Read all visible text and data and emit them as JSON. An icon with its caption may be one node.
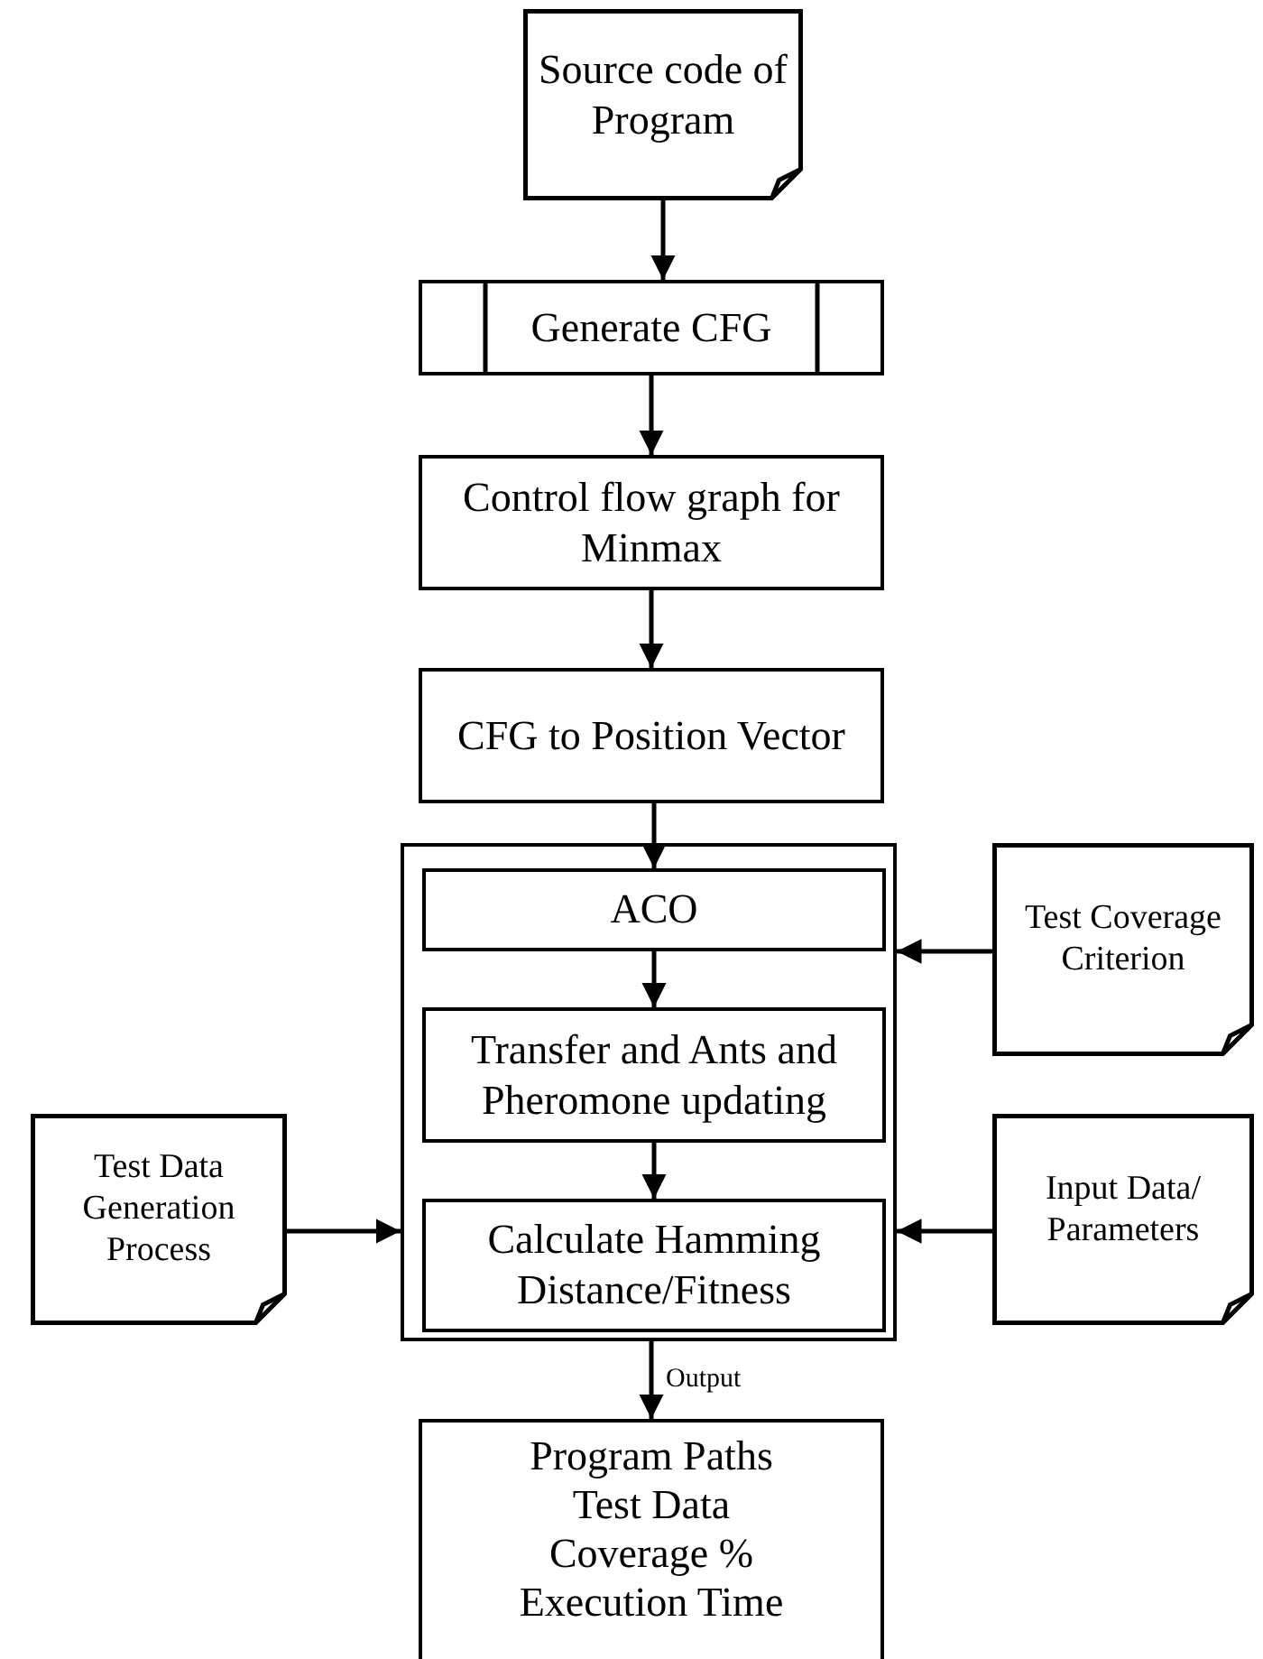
{
  "diagram": {
    "nodes": [
      {
        "text": [
          "Source code of Program"
        ]
      },
      {
        "text": [
          "Generate CFG"
        ]
      },
      {
        "text": [
          "Control flow graph for Minmax"
        ]
      },
      {
        "text": [
          "CFG to Position Vector"
        ]
      },
      {
        "text": [],
        "shape": "box"
      },
      {
        "text": [
          "ACO"
        ],
        "in": 4
      },
      {
        "text": [
          "Transfer and Ants and Pheromone updating"
        ],
        "in": 4
      },
      {
        "text": [
          "Calculate Hamming Distance/Fitness"
        ],
        "in": 4
      },
      {
        "text": [
          "Test Coverage Criterion"
        ]
      },
      {
        "text": [
          "Test Data Generation Process"
        ]
      },
      {
        "text": [
          "Input Data/ Parameters"
        ]
      },
      {
        "text": [
          "Program Paths",
          "Test Data",
          "Coverage %",
          "Execution Time"
        ]
      }
    ],
    "edges": [
      {
        "from": 0,
        "to": 1,
        "arrow": "to"
      },
      {
        "from": 1,
        "to": 2,
        "arrow": "to"
      },
      {
        "from": 2,
        "to": 3,
        "arrow": "to"
      },
      {
        "from": 3,
        "to": 5,
        "arrow": "to"
      },
      {
        "from": 5,
        "to": 6,
        "arrow": "to"
      },
      {
        "from": 6,
        "to": 7,
        "arrow": "to"
      },
      {
        "from": 8,
        "to": 4,
        "arrow": "to"
      },
      {
        "from": 9,
        "to": 4,
        "arrow": "to"
      },
      {
        "from": 10,
        "to": 4,
        "arrow": "to"
      },
      {
        "from": 4,
        "to": 11,
        "arrow": "to",
        "label": "Output"
      }
    ]
  }
}
